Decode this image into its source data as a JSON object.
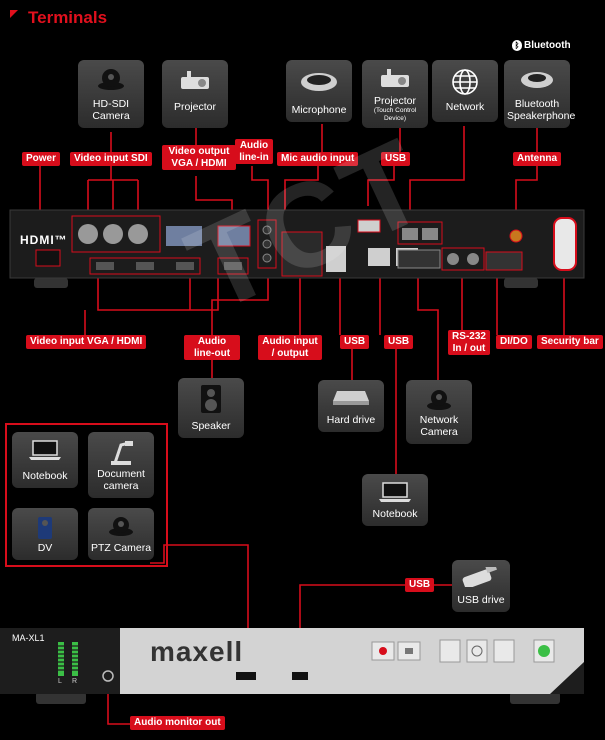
{
  "title": "Terminals",
  "bluetooth_logo": "Bluetooth",
  "colors": {
    "accent": "#d70d1b",
    "tile": "#3a3a3a",
    "panel": "#1b1b1b"
  },
  "top_devices": {
    "hdsdi": "HD-SDI Camera",
    "projector": "Projector",
    "microphone": "Microphone",
    "projector_touch": "Projector",
    "projector_touch_sub": "(Touch Control Device)",
    "network": "Network",
    "speakerphone": "Bluetooth Speakerphone"
  },
  "top_labels": {
    "power": "Power",
    "video_sdi": "Video input SDI",
    "video_out": "Video output VGA / HDMI",
    "audio_in": "Audio line-in",
    "mic_in": "Mic audio input",
    "usb": "USB",
    "antenna": "Antenna"
  },
  "rear_panel": {
    "hdmi_logo": "HDMI™",
    "watermark": "TCT"
  },
  "bottom_labels": {
    "video_vga": "Video input VGA / HDMI",
    "audio_out": "Audio line-out",
    "audio_io": "Audio input / output",
    "usb1": "USB",
    "usb2": "USB",
    "rs232": "RS-232 In / out",
    "dido": "DI/DO",
    "security": "Security bar"
  },
  "mid_devices": {
    "speaker": "Speaker",
    "harddrive": "Hard drive",
    "netcam": "Network Camera",
    "notebook2": "Notebook"
  },
  "group_devices": {
    "notebook": "Notebook",
    "doccam": "Document camera",
    "dv": "DV",
    "ptz": "PTZ Camera"
  },
  "usb_drive": {
    "label": "USB",
    "device": "USB drive"
  },
  "front_panel": {
    "model": "MA-XL1",
    "brand": "maxell",
    "meter_left": "L",
    "meter_right": "R",
    "audio_monitor": "Audio monitor out"
  }
}
